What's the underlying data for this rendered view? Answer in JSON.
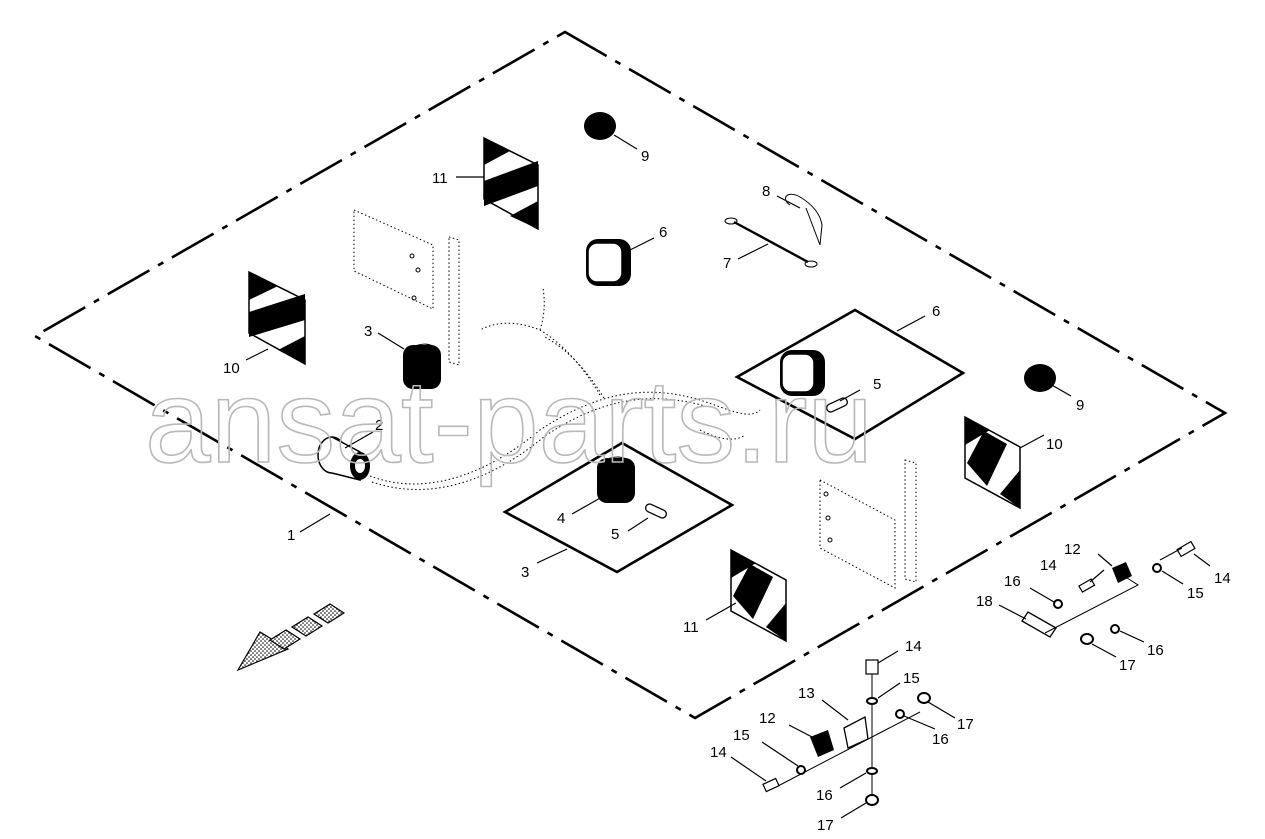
{
  "watermark": "ansat-parts.ru",
  "callouts": {
    "c1": "1",
    "c2": "2",
    "c3a": "3",
    "c3b": "3",
    "c4": "4",
    "c5a": "5",
    "c5b": "5",
    "c6a": "6",
    "c6b": "6",
    "c7": "7",
    "c8": "8",
    "c9a": "9",
    "c9b": "9",
    "c10a": "10",
    "c10b": "10",
    "c11a": "11",
    "c11b": "11",
    "c12a": "12",
    "c12b": "12",
    "c13": "13",
    "c14a": "14",
    "c14b": "14",
    "c14c": "14",
    "c14d": "14",
    "c15a": "15",
    "c15b": "15",
    "c15c": "15",
    "c16a": "16",
    "c16b": "16",
    "c16c": "16",
    "c16d": "16",
    "c17a": "17",
    "c17b": "17",
    "c17c": "17",
    "c18": "18"
  },
  "colors": {
    "ink": "#000000",
    "watermark": "#b8b8b8",
    "background": "#ffffff"
  }
}
